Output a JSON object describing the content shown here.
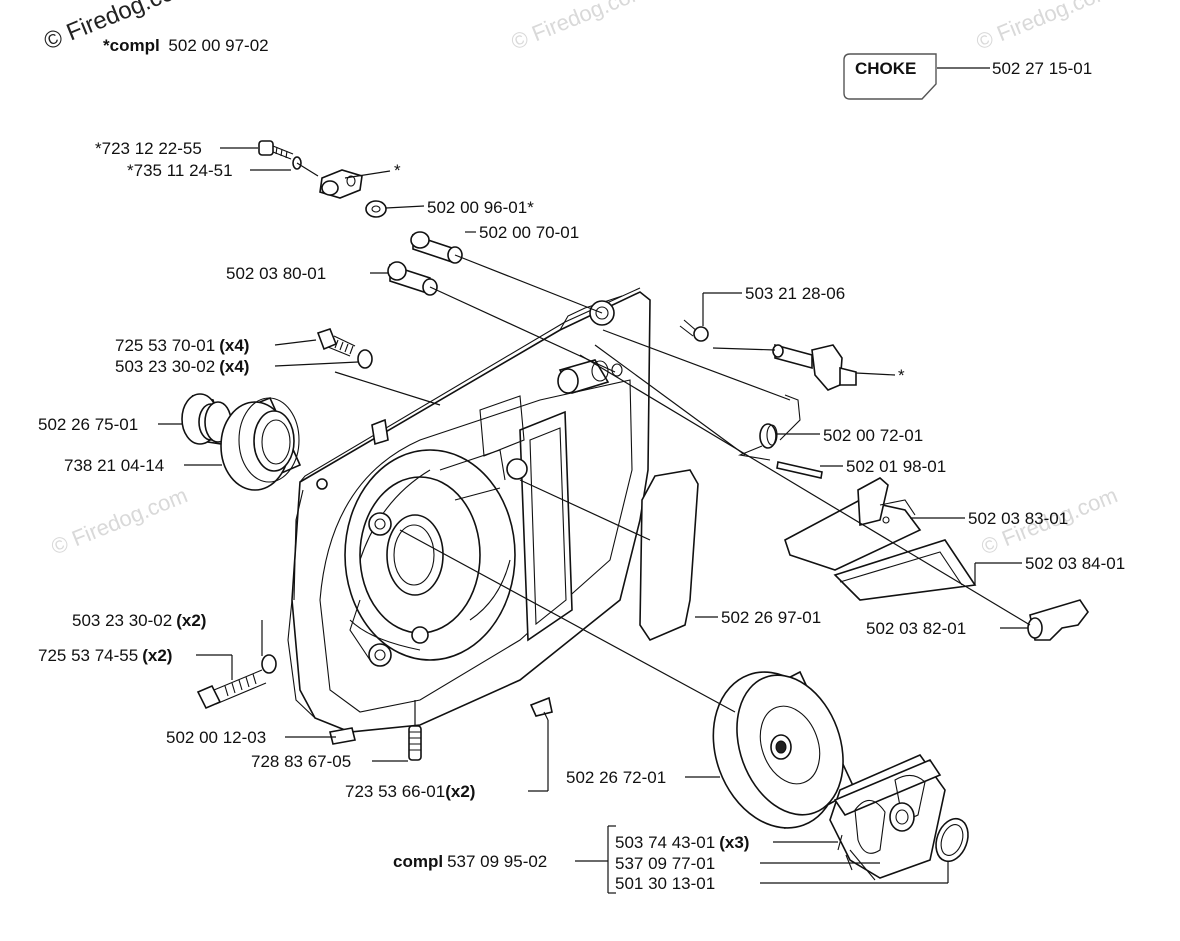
{
  "watermark": "© Firedog.com",
  "header": {
    "compl_prefix": "*compl",
    "compl_number": "502 00 97-02"
  },
  "choke": {
    "label": "CHOKE",
    "part": "502 27 15-01"
  },
  "labels": {
    "p_723_12_22_55": "*723 12 22-55",
    "p_735_11_24_51": "*735 11 24-51",
    "star_upper": "*",
    "p_502_00_96_01": "502 00 96-01*",
    "p_502_00_70_01": "502 00 70-01",
    "p_502_03_80_01": "502 03 80-01",
    "p_503_21_28_06": "503 21 28-06",
    "p_725_53_70_01": "725 53 70-01",
    "qty_x4_a": "(x4)",
    "p_503_23_30_02_a": "503 23 30-02",
    "qty_x4_b": "(x4)",
    "star_right": "*",
    "p_502_26_75_01": "502 26 75-01",
    "p_738_21_04_14": "738 21 04-14",
    "p_502_00_72_01": "502 00 72-01",
    "p_502_01_98_01": "502 01 98-01",
    "p_502_03_83_01": "502 03 83-01",
    "p_502_03_84_01": "502 03 84-01",
    "p_503_23_30_02_b": "503 23 30-02",
    "qty_x2_a": "(x2)",
    "p_502_26_97_01": "502 26 97-01",
    "p_502_03_82_01": "502 03 82-01",
    "p_725_53_74_55": "725 53 74-55",
    "qty_x2_b": "(x2)",
    "p_502_00_12_03": "502 00 12-03",
    "p_728_83_67_05": "728 83 67-05",
    "p_723_53_66_01": "723 53 66-01",
    "qty_x2_c": "(x2)",
    "p_502_26_72_01": "502 26 72-01",
    "p_503_74_43_01": "503 74 43-01",
    "qty_x3": "(x3)",
    "compl_bottom_prefix": "compl",
    "compl_bottom_number": "537 09 95-02",
    "p_537_09_77_01": "537 09 77-01",
    "p_501_30_13_01": "501 30 13-01"
  }
}
